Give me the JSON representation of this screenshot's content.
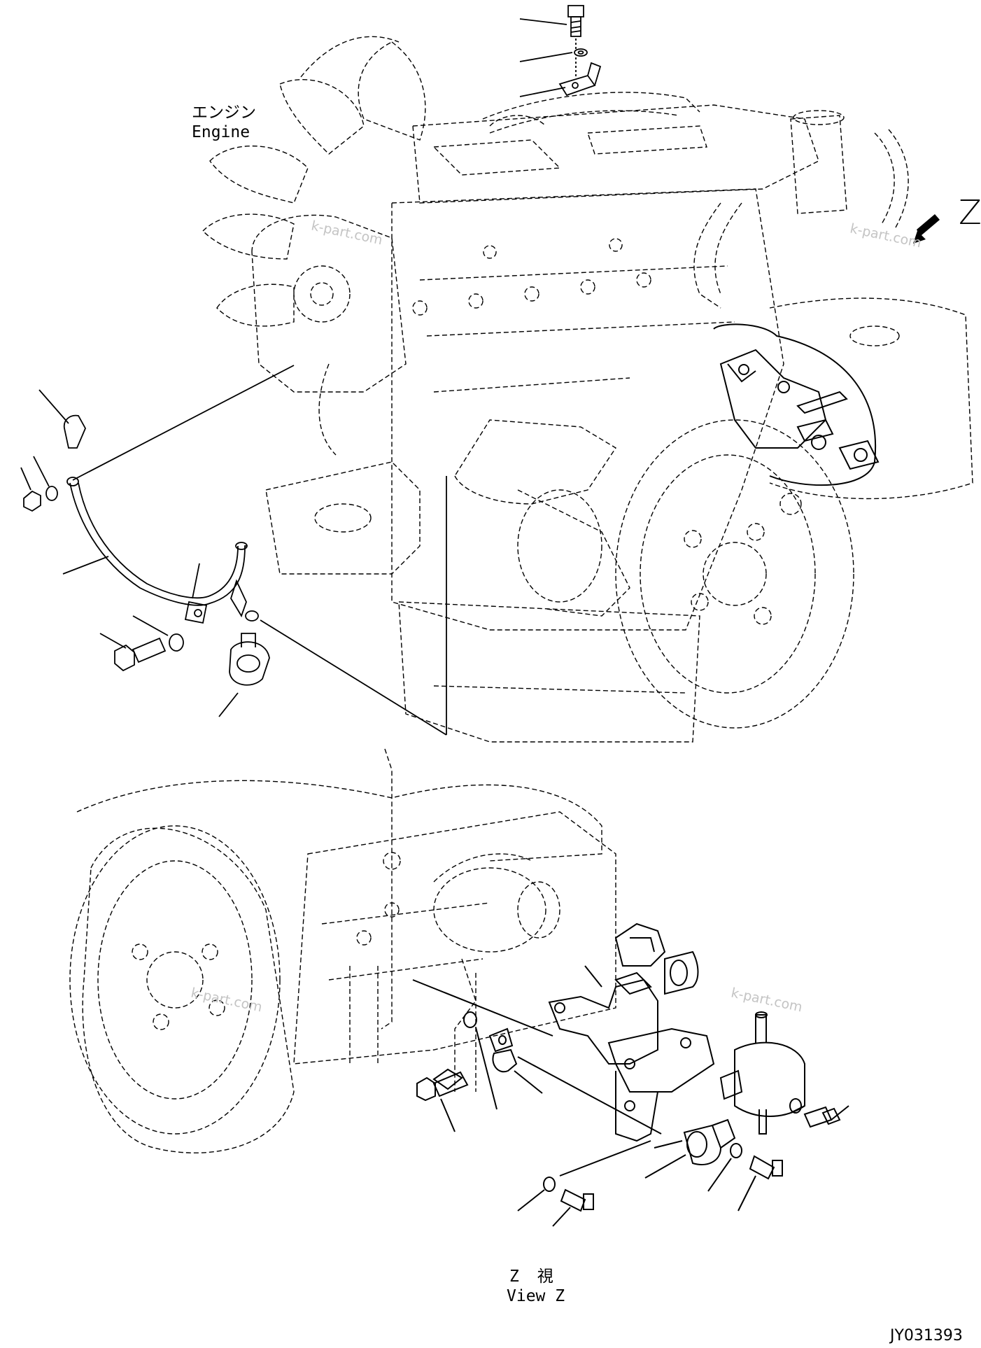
{
  "labels": {
    "engine_jp": "エンジン",
    "engine_en": "Engine",
    "view_jp": "Z 視",
    "view_en": "View Z",
    "view_arrow_letter": "Z"
  },
  "watermarks": [
    "k-part.com",
    "k-part.com",
    "k-part.com",
    "k-part.com"
  ],
  "figure_code": "JY031393",
  "icons": {
    "view_arrow": "arrow-down-left-icon"
  },
  "colors": {
    "line": "#000000",
    "watermark": "#c4c4c4",
    "background": "#ffffff"
  }
}
